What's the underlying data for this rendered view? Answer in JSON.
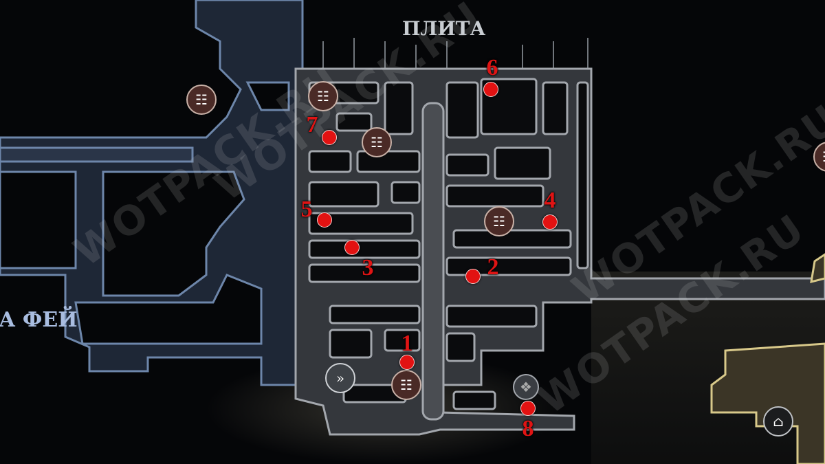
{
  "map": {
    "area_title": "ПЛИТА",
    "side_area_label": "А ФЕЙ",
    "watermarks": [
      "WOTPACK.RU",
      "WOTPACK.RU",
      "WOTPACK.RU",
      "WOTPACK.RU"
    ]
  },
  "markers": [
    {
      "label": "1"
    },
    {
      "label": "2"
    },
    {
      "label": "3"
    },
    {
      "label": "4"
    },
    {
      "label": "5"
    },
    {
      "label": "6"
    },
    {
      "label": "7"
    },
    {
      "label": "8"
    }
  ],
  "icons": {
    "bench": "bench-icon",
    "fast_travel": "fast-travel-icon",
    "gate": "gate-icon",
    "emblem": "emblem-icon"
  },
  "colors": {
    "marker": "#e21212",
    "explored_region": "#34373c",
    "blue_region": "#1e2736",
    "gold_region": "#3b3526"
  }
}
